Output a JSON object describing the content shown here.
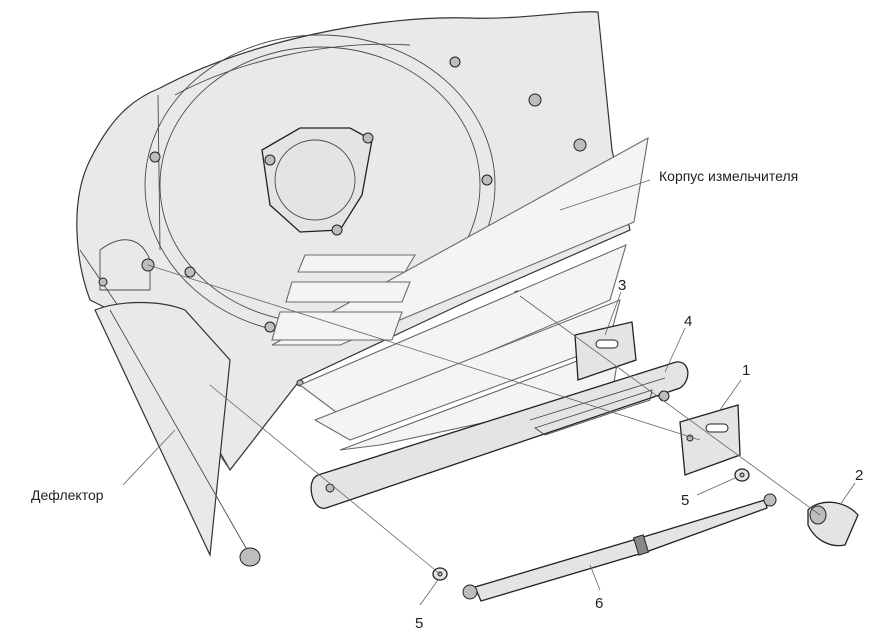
{
  "labels": {
    "housing": "Корпус измельчителя",
    "deflector": "Дефлектор"
  },
  "callouts": {
    "p1": "1",
    "p2": "2",
    "p3": "3",
    "p4": "4",
    "p5a": "5",
    "p5b": "5",
    "p6": "6"
  },
  "parts": [
    {
      "number": "1",
      "icon": "bracket-plate-icon"
    },
    {
      "number": "2",
      "icon": "knob-icon"
    },
    {
      "number": "3",
      "icon": "bracket-plate-icon"
    },
    {
      "number": "4",
      "icon": "slotted-bar-icon"
    },
    {
      "number": "5",
      "icon": "washer-icon"
    },
    {
      "number": "6",
      "icon": "gas-strut-icon"
    }
  ]
}
